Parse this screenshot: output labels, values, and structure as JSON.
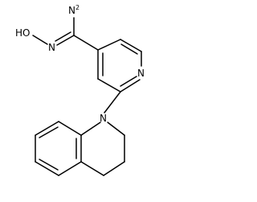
{
  "structure": {
    "line_color": "#000000",
    "background": "#ffffff",
    "atom_labels": {
      "amidine_nh2_element": "N",
      "amidine_nh2_subscript": "2",
      "hydroxy_group": "HO",
      "imine_nitrogen": "N",
      "pyridine_nitrogen": "N",
      "quinoline_nitrogen": "N"
    }
  }
}
